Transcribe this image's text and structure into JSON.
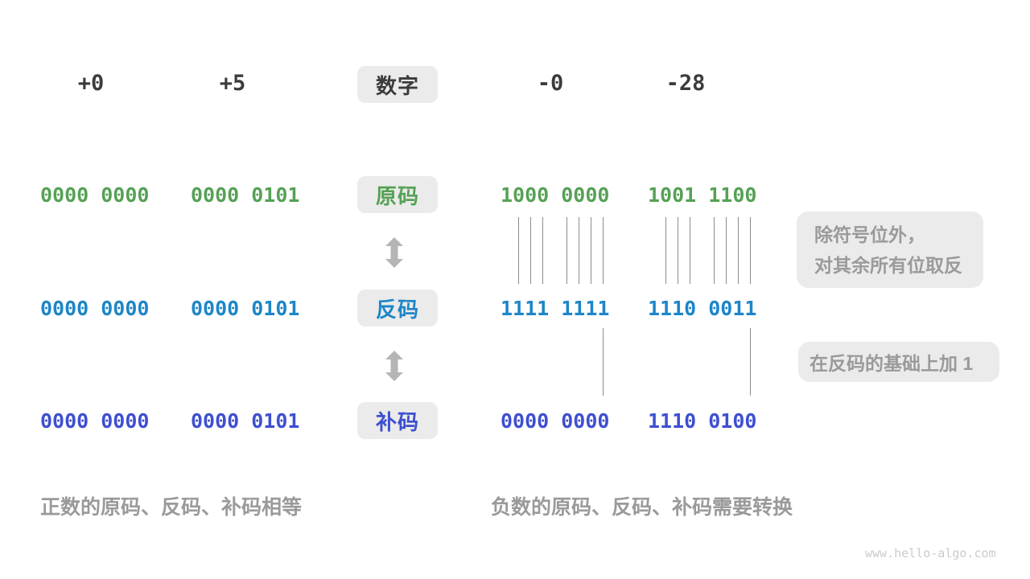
{
  "colors": {
    "sign": "#56a156",
    "ones": "#1d86c8",
    "twos": "#3e4fd0",
    "dark": "#3b3b3b",
    "gray": "#9a9a9a",
    "faint": "#cbcbcb",
    "boxbg": "#ebebeb",
    "line": "#8c8c8c",
    "arrow": "#b5b5b5"
  },
  "header": {
    "label": "数字",
    "numbers": [
      "+0",
      "+5",
      "-0",
      "-28"
    ]
  },
  "rows": [
    {
      "label": "原码",
      "values": [
        "0000 0000",
        "0000 0101",
        "1000 0000",
        "1001 1100"
      ]
    },
    {
      "label": "反码",
      "values": [
        "0000 0000",
        "0000 0101",
        "1111 1111",
        "1110 0011"
      ]
    },
    {
      "label": "补码",
      "values": [
        "0000 0000",
        "0000 0101",
        "0000 0000",
        "1110 0100"
      ]
    }
  ],
  "annotations": {
    "invert_line1": "除符号位外，",
    "invert_line2": "对其余所有位取反",
    "add_one": "在反码的基础上加 1"
  },
  "captions": {
    "positive": "正数的原码、反码、补码相等",
    "negative": "负数的原码、反码、补码需要转换"
  },
  "watermark": "www.hello-algo.com"
}
